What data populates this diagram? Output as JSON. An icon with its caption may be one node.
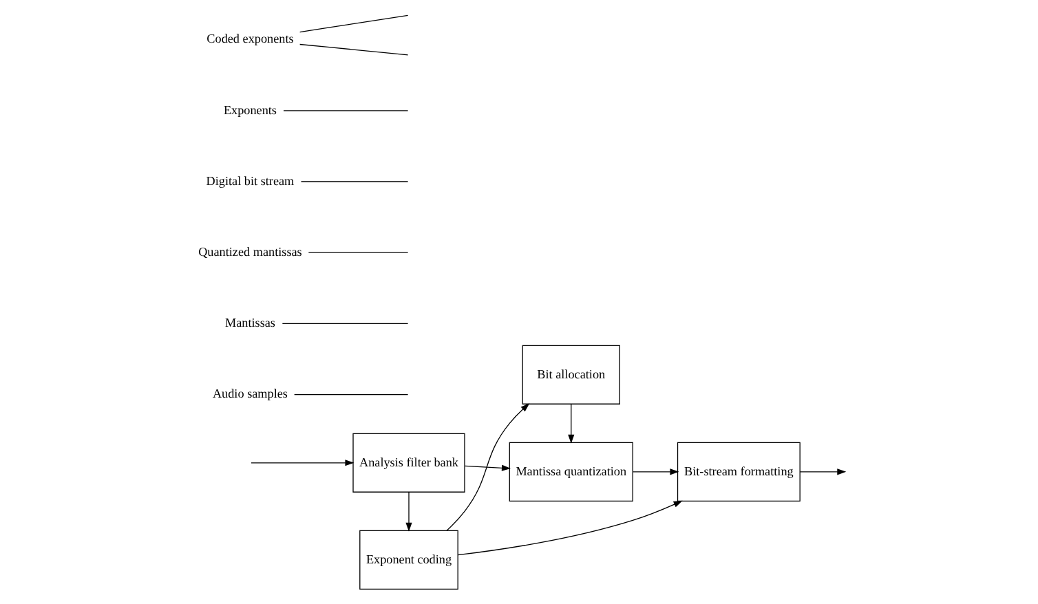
{
  "diagram": {
    "nodes": [
      {
        "text": [
          "Analysis filter bank"
        ]
      },
      {
        "text": [
          "Mantissa quantization"
        ]
      },
      {
        "text": [
          "Bit-stream formatting"
        ]
      },
      {
        "text": [
          "Exponent coding"
        ]
      },
      {
        "text": [
          "Bit allocation"
        ]
      },
      {
        "text": [
          "Audio samples"
        ]
      },
      {
        "text": [
          "Mantissas"
        ]
      },
      {
        "text": [
          "Quantized mantissas"
        ]
      },
      {
        "text": [
          "Digital bit stream"
        ]
      },
      {
        "text": [
          "Exponents"
        ]
      },
      {
        "text": [
          "Coded exponents"
        ]
      }
    ],
    "edges": [
      {
        "from": null,
        "to": 0,
        "arrow": "to"
      },
      {
        "from": 0,
        "to": 1,
        "arrow": "to"
      },
      {
        "from": 1,
        "to": 2,
        "arrow": "to"
      },
      {
        "from": 2,
        "to": null,
        "arrow": "to"
      },
      {
        "from": 0,
        "to": 3,
        "arrow": "to"
      },
      {
        "from": 3,
        "to": 4,
        "arrow": "to"
      },
      {
        "from": 4,
        "to": 1,
        "arrow": "to"
      },
      {
        "from": 3,
        "to": 2,
        "arrow": "to"
      },
      {
        "from": 5,
        "to": null,
        "arrow": "none"
      },
      {
        "from": 6,
        "to": null,
        "arrow": "none"
      },
      {
        "from": 7,
        "to": null,
        "arrow": "none"
      },
      {
        "from": 8,
        "to": null,
        "arrow": "none"
      },
      {
        "from": 9,
        "to": null,
        "arrow": "none"
      },
      {
        "from": 10,
        "to": null,
        "arrow": "none"
      },
      {
        "from": 10,
        "to": null,
        "arrow": "none"
      }
    ]
  }
}
